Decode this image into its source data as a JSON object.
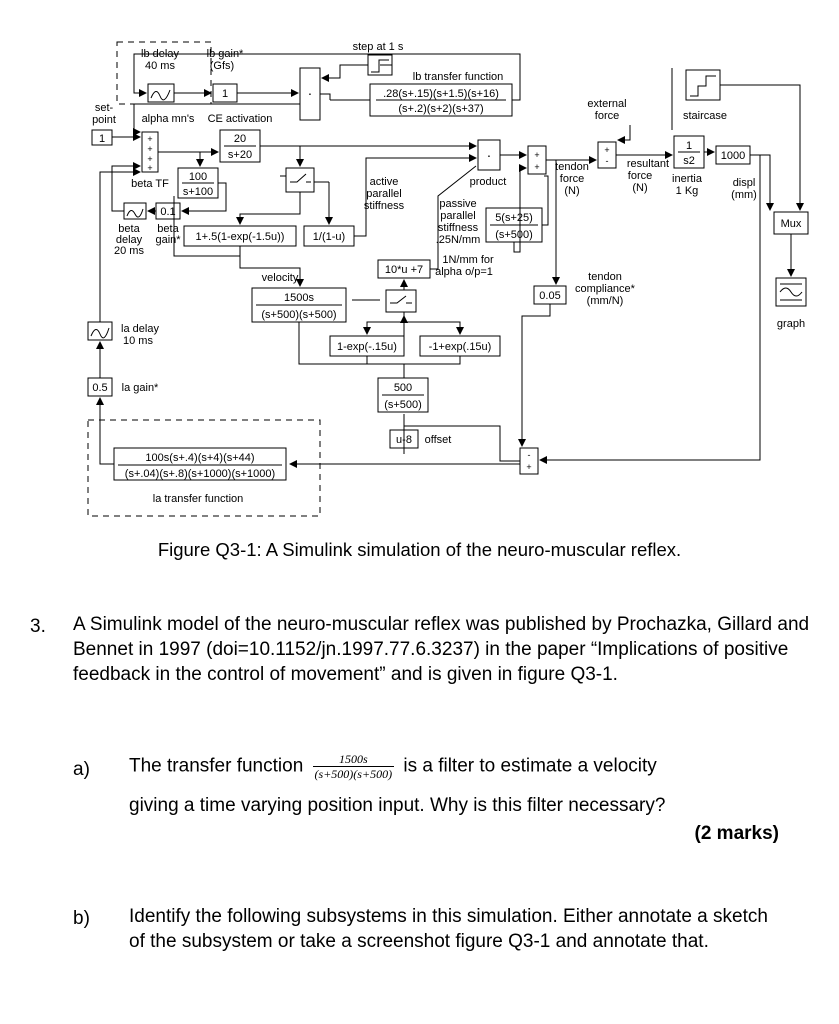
{
  "diagram": {
    "labels": {
      "lb_delay": "lb delay",
      "lb_delay_ms": "40 ms",
      "lb_gain": "lb gain*",
      "lb_gain_gfs": "(Gfs)",
      "step": "step at 1 s",
      "lb_tf_title": "lb transfer function",
      "lb_tf_num": ".28(s+.15)(s+1.5)(s+16)",
      "lb_tf_den": "(s+.2)(s+2)(s+37)",
      "external_force": "external",
      "external_force2": "force",
      "staircase": "staircase",
      "set_point": "set-",
      "set_point2": "point",
      "alpha_mns": "alpha mn's",
      "ce_activation": "CE activation",
      "ce_num": "20",
      "ce_den": "s+20",
      "one": "1",
      "beta_tf": "beta TF",
      "beta_tf_num": "100",
      "beta_tf_den": "s+100",
      "beta_gain_value": "0.1",
      "beta_delay": "beta",
      "beta_delay2": "delay",
      "beta_delay3": "20 ms",
      "beta_gain": "beta",
      "beta_gain2": "gain*",
      "fcn1": "1+.5(1-exp(-1.5u))",
      "fcn2": "1/(1-u)",
      "active_parallel": "active",
      "active_parallel2": "parallel",
      "active_parallel3": "stiffness",
      "product": "product",
      "tendon_force": "tendon",
      "tendon_force2": "force",
      "tendon_force3": "(N)",
      "resultant": "resultant",
      "resultant2": "force",
      "resultant3": "(N)",
      "inertia_num": "1",
      "inertia_den": "s2",
      "inertia": "inertia",
      "inertia2": "1 Kg",
      "k1000": "1000",
      "displ": "displ",
      "displ2": "(mm)",
      "mux": "Mux",
      "graph": "graph",
      "passive": "passive",
      "passive2": "parallel",
      "passive3": "stiffness",
      "passive4": ".25N/mm",
      "passive_num": "5(s+25)",
      "passive_den": "(s+500)",
      "fcn_10u": "10*u +7",
      "nmm": "1N/mm for",
      "nmm2": "alpha o/p=1",
      "tendon_comp_gain": "0.05",
      "tendon_comp": "tendon",
      "tendon_comp2": "compliance*",
      "tendon_comp3": "(mm/N)",
      "velocity": "velocity",
      "vel_num": "1500s",
      "vel_den": "(s+500)(s+500)",
      "la_delay": "la delay",
      "la_delay2": "10 ms",
      "exp1": "1-exp(-.15u)",
      "exp2": "-1+exp(.15u)",
      "la_gain_value": "0.5",
      "la_gain": "la gain*",
      "d_num": "500",
      "d_den": "(s+500)",
      "u8": "u-8",
      "offset": "offset",
      "la_tf_num": "100s(s+.4)(s+4)(s+44)",
      "la_tf_den": "(s+.04)(s+.8)(s+1000)(s+1000)",
      "la_tf": "la transfer function"
    }
  },
  "caption": "Figure Q3-1: A Simulink simulation of the neuro-muscular reflex.",
  "question": {
    "number": "3.",
    "text": "A Simulink model of the neuro-muscular reflex was published by Prochazka, Gillard and Bennet in 1997 (doi=10.1152/jn.1997.77.6.3237) in the paper “Implications of positive feedback in the control of movement” and is given in figure Q3-1.",
    "a_label": "a)",
    "a_text1": "The transfer function",
    "a_frac_num": "1500s",
    "a_frac_den": "(s+500)(s+500)",
    "a_text2": "is a filter to estimate a velocity",
    "a_text3": "giving a time varying position input. Why is this filter necessary?",
    "a_marks": "(2 marks)",
    "b_label": "b)",
    "b_text": "Identify the following subsystems in this simulation. Either annotate a sketch of the subsystem or take a screenshot figure Q3-1 and annotate that."
  }
}
